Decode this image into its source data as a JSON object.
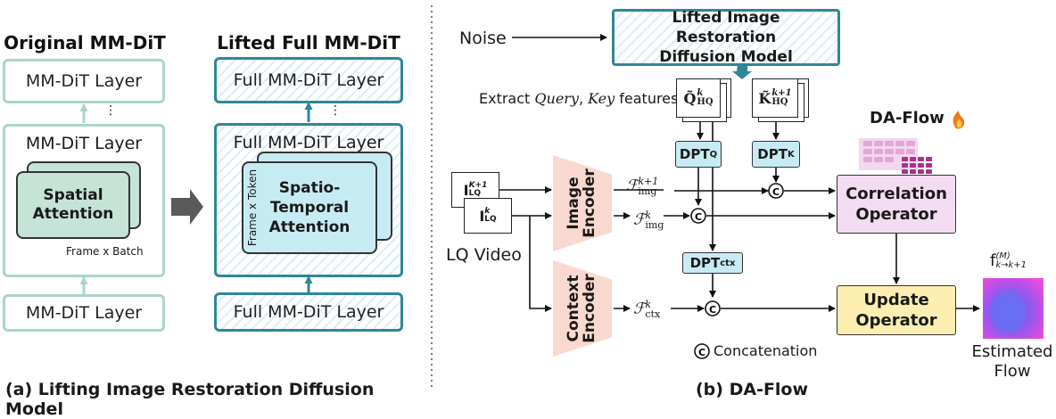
{
  "left_panel": {
    "original_title": "Original MM-DiT",
    "lifted_title": "Lifted Full MM-DiT",
    "orig_layer_top": "MM-DiT Layer",
    "orig_layer_mid": "MM-DiT Layer",
    "orig_layer_bottom": "MM-DiT Layer",
    "spatial_attention": "Spatial Attention",
    "frame_x_batch": "Frame x Batch",
    "full_layer_top": "Full MM-DiT Layer",
    "full_layer_mid": "Full MM-DiT Layer",
    "full_layer_bottom": "Full MM-DiT Layer",
    "spatio_temporal": "Spatio-Temporal Attention",
    "frame_x_token": "Frame x Token",
    "dots": "⋮",
    "caption": "(a) Lifting Image Restoration Diffusion Model"
  },
  "right_panel": {
    "noise": "Noise",
    "diffusion_model": "Lifted Image Restoration Diffusion Model",
    "extract_prefix": "Extract ",
    "extract_query": "Query",
    "extract_comma": ", ",
    "extract_key": "Key",
    "extract_suffix": " features",
    "q_feat": "Q̃",
    "q_sup": "k",
    "q_sub": "HQ",
    "k_feat": "K̃",
    "k_sup": "k+1",
    "k_sub": "HQ",
    "da_flow": "DA-Flow",
    "dpt_q": "DPT",
    "dpt_q_sub": "Q",
    "dpt_k": "DPT",
    "dpt_k_sub": "K",
    "dpt_ctx": "DPT",
    "dpt_ctx_sub": "ctx",
    "image_encoder": "Image Encoder",
    "context_encoder": "Context Encoder",
    "lq_video": "LQ Video",
    "i_lq_top": "I",
    "i_lq_top_sup": "K+1",
    "i_lq_top_sub": "LQ",
    "i_lq_bottom": "I",
    "i_lq_bottom_sup": "k",
    "i_lq_bottom_sub": "LQ",
    "f_img_top": "ℱ",
    "f_img_top_sup": "k+1",
    "f_img_top_sub": "img",
    "f_img_bottom": "ℱ",
    "f_img_bottom_sup": "k",
    "f_img_bottom_sub": "img",
    "f_ctx": "ℱ",
    "f_ctx_sup": "k",
    "f_ctx_sub": "ctx",
    "correlation_operator": "Correlation Operator",
    "update_operator": "Update Operator",
    "concat_symbol": "C",
    "concatenation": "Concatenation",
    "flow_label": "f",
    "flow_sup": "(M)",
    "flow_sub": "k→k+1",
    "estimated_flow": "Estimated Flow",
    "caption": "(b) DA-Flow"
  },
  "colors": {
    "teal_dark": "#2f8698",
    "teal_light": "#a9d6c6",
    "green_block": "#c5e3d6",
    "cyan_block": "#c7ebf3",
    "encoder_pink": "#f9d9cf",
    "correlation_pink": "#f3dcf1",
    "update_yellow": "#fbeeb0",
    "panel_cream": "#fcf7e1",
    "purple": "#a8328c"
  }
}
